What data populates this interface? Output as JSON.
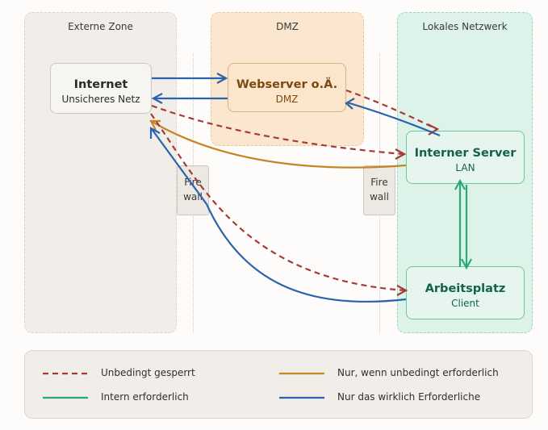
{
  "zones": {
    "external": "Externe Zone",
    "dmz": "DMZ",
    "lan": "Lokales Netzwerk"
  },
  "nodes": {
    "internet": {
      "title": "Internet",
      "subtitle": "Unsicheres Netz"
    },
    "webserver": {
      "title": "Webserver o.Ä.",
      "subtitle": "DMZ"
    },
    "server": {
      "title": "Interner Server",
      "subtitle": "LAN"
    },
    "client": {
      "title": "Arbeitsplatz",
      "subtitle": "Client"
    }
  },
  "firewalls": {
    "line1": "Fire",
    "line2": "wall"
  },
  "legend": {
    "blocked": "Unbedingt gesperrt",
    "only_needed": "Nur, wenn unbedingt erforderlich",
    "internal": "Intern erforderlich",
    "minimal": "Nur das wirklich Erforderliche"
  },
  "colors": {
    "blocked": "#a63a36",
    "only_needed": "#c58524",
    "internal": "#2aa876",
    "minimal": "#2b64ac"
  }
}
